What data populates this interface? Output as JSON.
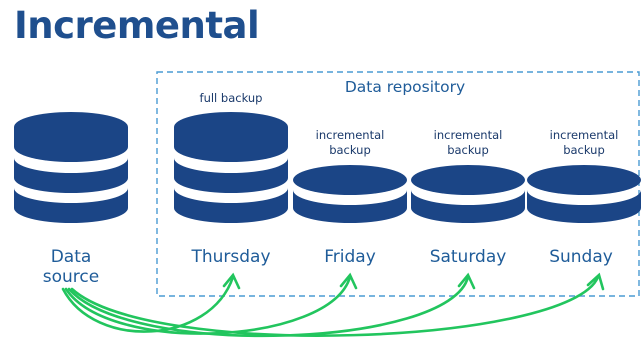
{
  "title": "Incremental",
  "repository_label": "Data repository",
  "source": {
    "line1": "Data",
    "line2": "source"
  },
  "columns": [
    {
      "backup_line1": "full backup",
      "backup_line2": "",
      "day": "Thursday"
    },
    {
      "backup_line1": "incremental",
      "backup_line2": "backup",
      "day": "Friday"
    },
    {
      "backup_line1": "incremental",
      "backup_line2": "backup",
      "day": "Saturday"
    },
    {
      "backup_line1": "incremental",
      "backup_line2": "backup",
      "day": "Sunday"
    }
  ],
  "colors": {
    "title": "#1f4f8e",
    "disk": "#1b4586",
    "label": "#1f5c99",
    "dashed_box": "#4a9bd3",
    "arrow": "#22c55e"
  }
}
